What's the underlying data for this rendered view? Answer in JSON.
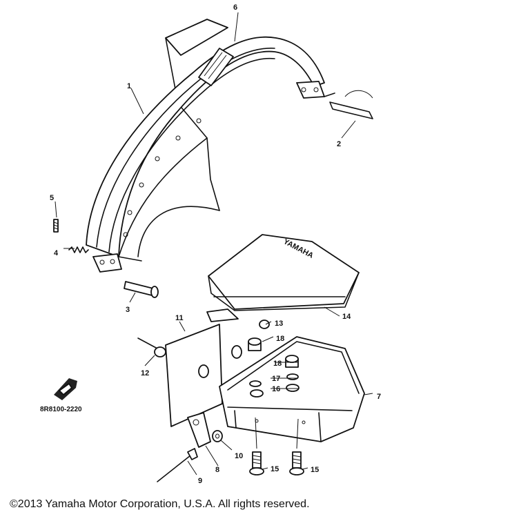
{
  "callouts": [
    {
      "id": "1",
      "label": "1"
    },
    {
      "id": "2",
      "label": "2"
    },
    {
      "id": "3",
      "label": "3"
    },
    {
      "id": "4",
      "label": "4"
    },
    {
      "id": "5",
      "label": "5"
    },
    {
      "id": "6",
      "label": "6"
    },
    {
      "id": "7",
      "label": "7"
    },
    {
      "id": "8",
      "label": "8"
    },
    {
      "id": "9",
      "label": "9"
    },
    {
      "id": "10",
      "label": "10"
    },
    {
      "id": "11",
      "label": "11"
    },
    {
      "id": "12",
      "label": "12"
    },
    {
      "id": "13",
      "label": "13"
    },
    {
      "id": "14",
      "label": "14"
    },
    {
      "id": "15a",
      "label": "15"
    },
    {
      "id": "15b",
      "label": "15"
    },
    {
      "id": "16",
      "label": "16"
    },
    {
      "id": "17",
      "label": "17"
    },
    {
      "id": "18a",
      "label": "18"
    },
    {
      "id": "18b",
      "label": "18"
    }
  ],
  "part_code": "8R8100-2220",
  "cover_logo": "YAMAHA",
  "copyright": "©2013 Yamaha Motor Corporation, U.S.A. All rights reserved."
}
